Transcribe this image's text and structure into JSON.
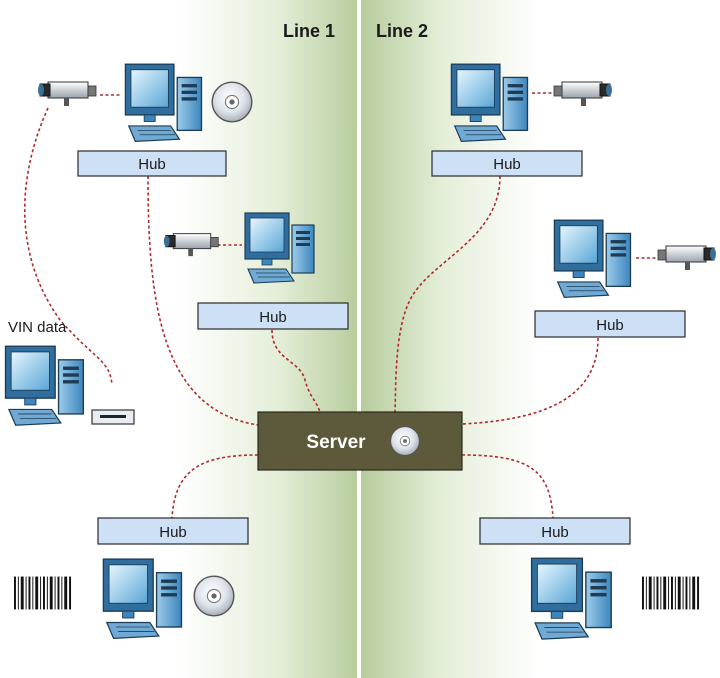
{
  "lines": {
    "line1": "Line 1",
    "line2": "Line 2"
  },
  "hubs": [
    "Hub",
    "Hub",
    "Hub",
    "Hub",
    "Hub",
    "Hub"
  ],
  "server": {
    "label": "Server"
  },
  "vin": {
    "label": "VIN data"
  },
  "colors": {
    "band": "#b8cfa0",
    "hub_fill": "#cde0f5",
    "server_fill": "#5d5a3c",
    "link": "#b02a2a",
    "divider": "#ffffff"
  },
  "icons": [
    "computer-icon",
    "camera-icon",
    "cd-disc-icon",
    "barcode-icon",
    "vin-reader-device-icon"
  ]
}
